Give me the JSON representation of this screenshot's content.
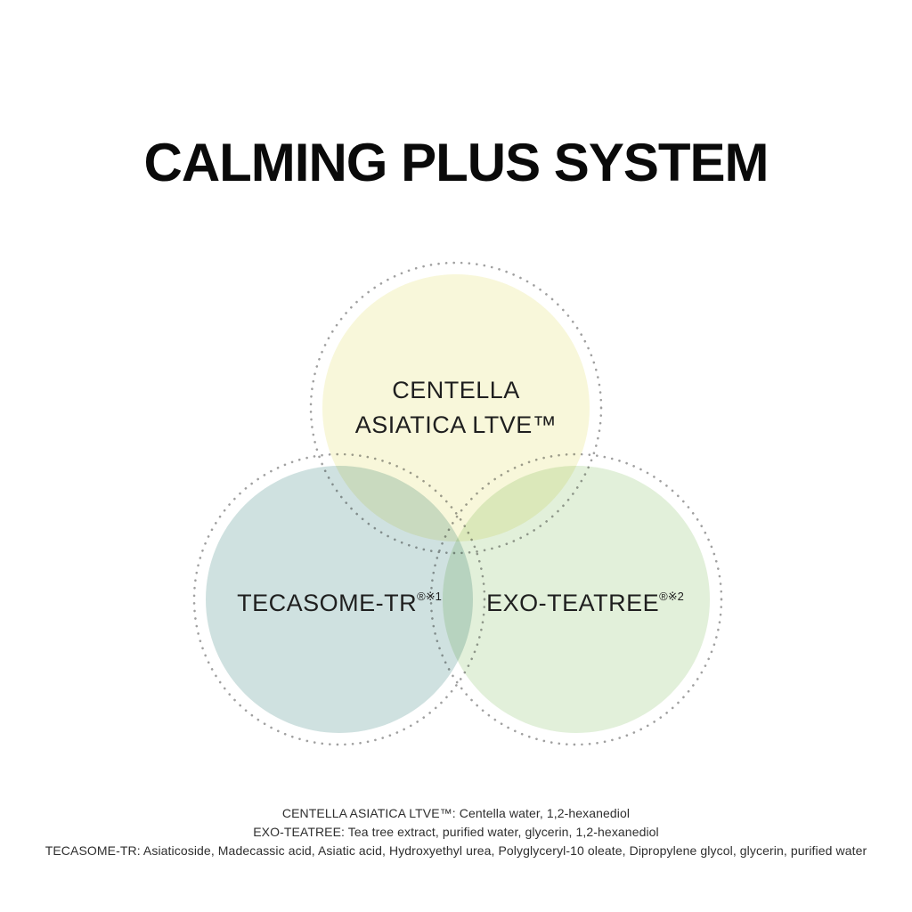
{
  "page": {
    "title": "CALMING PLUS SYSTEM",
    "background": "#ffffff"
  },
  "venn": {
    "outline_color": "#a0a0a0",
    "circles": [
      {
        "id": "centella",
        "label_line1": "CENTELLA",
        "label_line2": "ASIATICA LTVE™",
        "fill": "#f8f7da"
      },
      {
        "id": "tecasome",
        "label": "TECASOME-TR",
        "sup": "®※1",
        "fill": "#cfe1e0"
      },
      {
        "id": "exo-teatree",
        "label": "EXO-TEATREE",
        "sup": "®※2",
        "fill": "#e2f0da"
      }
    ]
  },
  "footnotes": {
    "lines": [
      "CENTELLA ASIATICA LTVE™: Centella water, 1,2-hexanediol",
      "EXO-TEATREE: Tea tree extract, purified water, glycerin, 1,2-hexanediol",
      "TECASOME-TR: Asiaticoside, Madecassic acid, Asiatic acid, Hydroxyethyl urea, Polyglyceryl-10 oleate, Dipropylene glycol, glycerin, purified water"
    ]
  }
}
